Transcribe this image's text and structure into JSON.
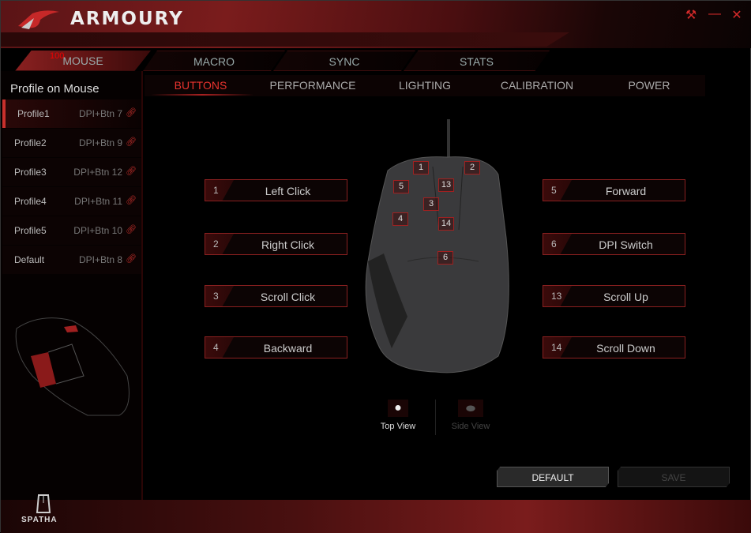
{
  "app": {
    "title": "ARMOURY",
    "badge": "100",
    "device": "SPATHA"
  },
  "window_controls": {
    "settings": "⚒",
    "minimize": "—",
    "close": "✕"
  },
  "main_tabs": [
    "MOUSE",
    "MACRO",
    "SYNC",
    "STATS"
  ],
  "sidebar": {
    "title": "Profile on Mouse",
    "profiles": [
      {
        "name": "Profile1",
        "dpi": "DPI+Btn 7"
      },
      {
        "name": "Profile2",
        "dpi": "DPI+Btn 9"
      },
      {
        "name": "Profile3",
        "dpi": "DPI+Btn 12"
      },
      {
        "name": "Profile4",
        "dpi": "DPI+Btn 11"
      },
      {
        "name": "Profile5",
        "dpi": "DPI+Btn 10"
      },
      {
        "name": "Default",
        "dpi": "DPI+Btn 8"
      }
    ]
  },
  "sub_tabs": [
    "BUTTONS",
    "PERFORMANCE",
    "LIGHTING",
    "CALIBRATION",
    "POWER"
  ],
  "buttons_left": [
    {
      "num": "1",
      "label": "Left Click"
    },
    {
      "num": "2",
      "label": "Right Click"
    },
    {
      "num": "3",
      "label": "Scroll Click"
    },
    {
      "num": "4",
      "label": "Backward"
    }
  ],
  "buttons_right": [
    {
      "num": "5",
      "label": "Forward"
    },
    {
      "num": "6",
      "label": "DPI Switch"
    },
    {
      "num": "13",
      "label": "Scroll Up"
    },
    {
      "num": "14",
      "label": "Scroll Down"
    }
  ],
  "markers": [
    "1",
    "2",
    "5",
    "13",
    "3",
    "4",
    "14",
    "6"
  ],
  "views": {
    "top": "Top View",
    "side": "Side View"
  },
  "actions": {
    "default": "DEFAULT",
    "save": "SAVE"
  }
}
